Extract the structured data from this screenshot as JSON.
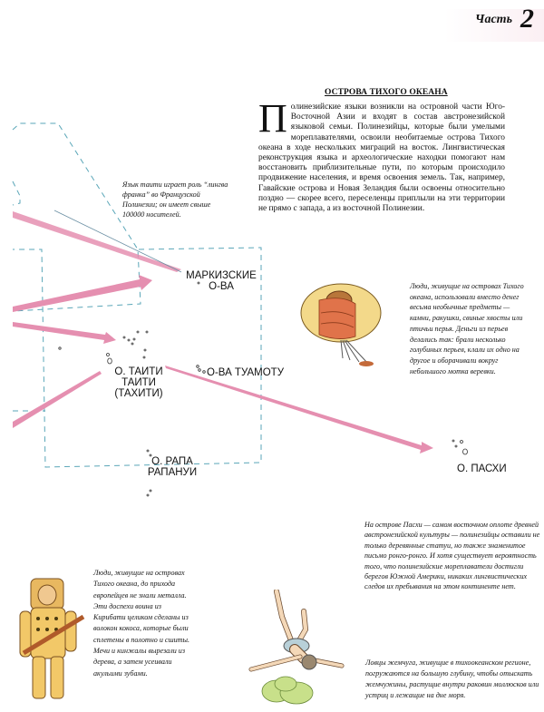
{
  "header": {
    "part_label": "Часть",
    "part_number": "2"
  },
  "article": {
    "title": "ОСТРОВА ТИХОГО ОКЕАНА",
    "dropcap": "П",
    "body": "олинезийские языки возникли на островной части Юго-Восточной Азии и входят в состав австронезийской языковой семьи. Полинезийцы, которые были умелыми мореплавателями, освоили необитаемые острова Тихого океана в ходе нескольких миграций на восток. Лингвистическая реконструкция языка и археологические находки помогают нам восстановить приблизительные пути, по которым происходило продвижение населения, и время освоения земель. Так, например, Гавайские острова и Новая Зеландия были освоены относительно поздно — скорее всего, переселенцы приплыли на эти территории не прямо с запада, а из восточной Полинезии."
  },
  "captions": {
    "tahiti_language": "Язык таити играет роль “лингва франка” во Французской Полинезии; он имеет свыше 100000 носителей.",
    "feather_money": "Люди, живущие на островах Тихого океана, использовали вместо денег весьма необычные предметы — камни, ракушки, свиные хвосты или птичьи перья. Деньги из перьев делались так: брали несколько голубиных перьев, клали их одно на другое и оборачивали вокруг небольшого мотка веревки.",
    "easter_island": "На острове Пасхи — самом восточном оплоте древней австронезийской культуры — полинезийцы оставили не только деревянные статуи, но также знаменитое письмо ронго-ронго. И хотя существует вероятность того, что полинезийские мореплаватели достигли берегов Южной Америки, никаких лингвистических следов их пребывания на этом континенте нет.",
    "armor": "Люди, живущие на островах Тихого океана, до прихода европейцев не знали металла. Эти доспехи воина из Кирибати целиком сделаны из волокон кокоса, которые были сплетены в полотно и сшиты. Мечи и кинжалы вырезали из дерева, а затем усеивали акульими зубами.",
    "pearl_divers": "Ловцы жемчуга, живущие в тихоокеанском регионе, погружаются на большую глубину, чтобы отыскать жемчужины, растущие внутри раковин моллюсков или устриц и лежащие на дне моря."
  },
  "map": {
    "labels": {
      "marquesas_1": "МАРКИЗСКИЕ",
      "marquesas_2": "О-ВА",
      "tahiti_1": "О. ТАИТИ",
      "tahiti_2": "ТАИТИ",
      "tahiti_3": "(ТАХИТИ)",
      "tuamotu": "О-ВА ТУАМОТУ",
      "rapa_1": "О. РАПА",
      "rapa_2": "РАПАНУИ",
      "easter": "О. ПАСХИ"
    },
    "colors": {
      "arrow": "#e58fb0",
      "dashed_border": "#5aa6b8"
    }
  },
  "illustrations": {
    "feather_money": "feather-money-coil",
    "warrior": "kiribati-coconut-armor-warrior",
    "diver": "pearl-diver"
  }
}
